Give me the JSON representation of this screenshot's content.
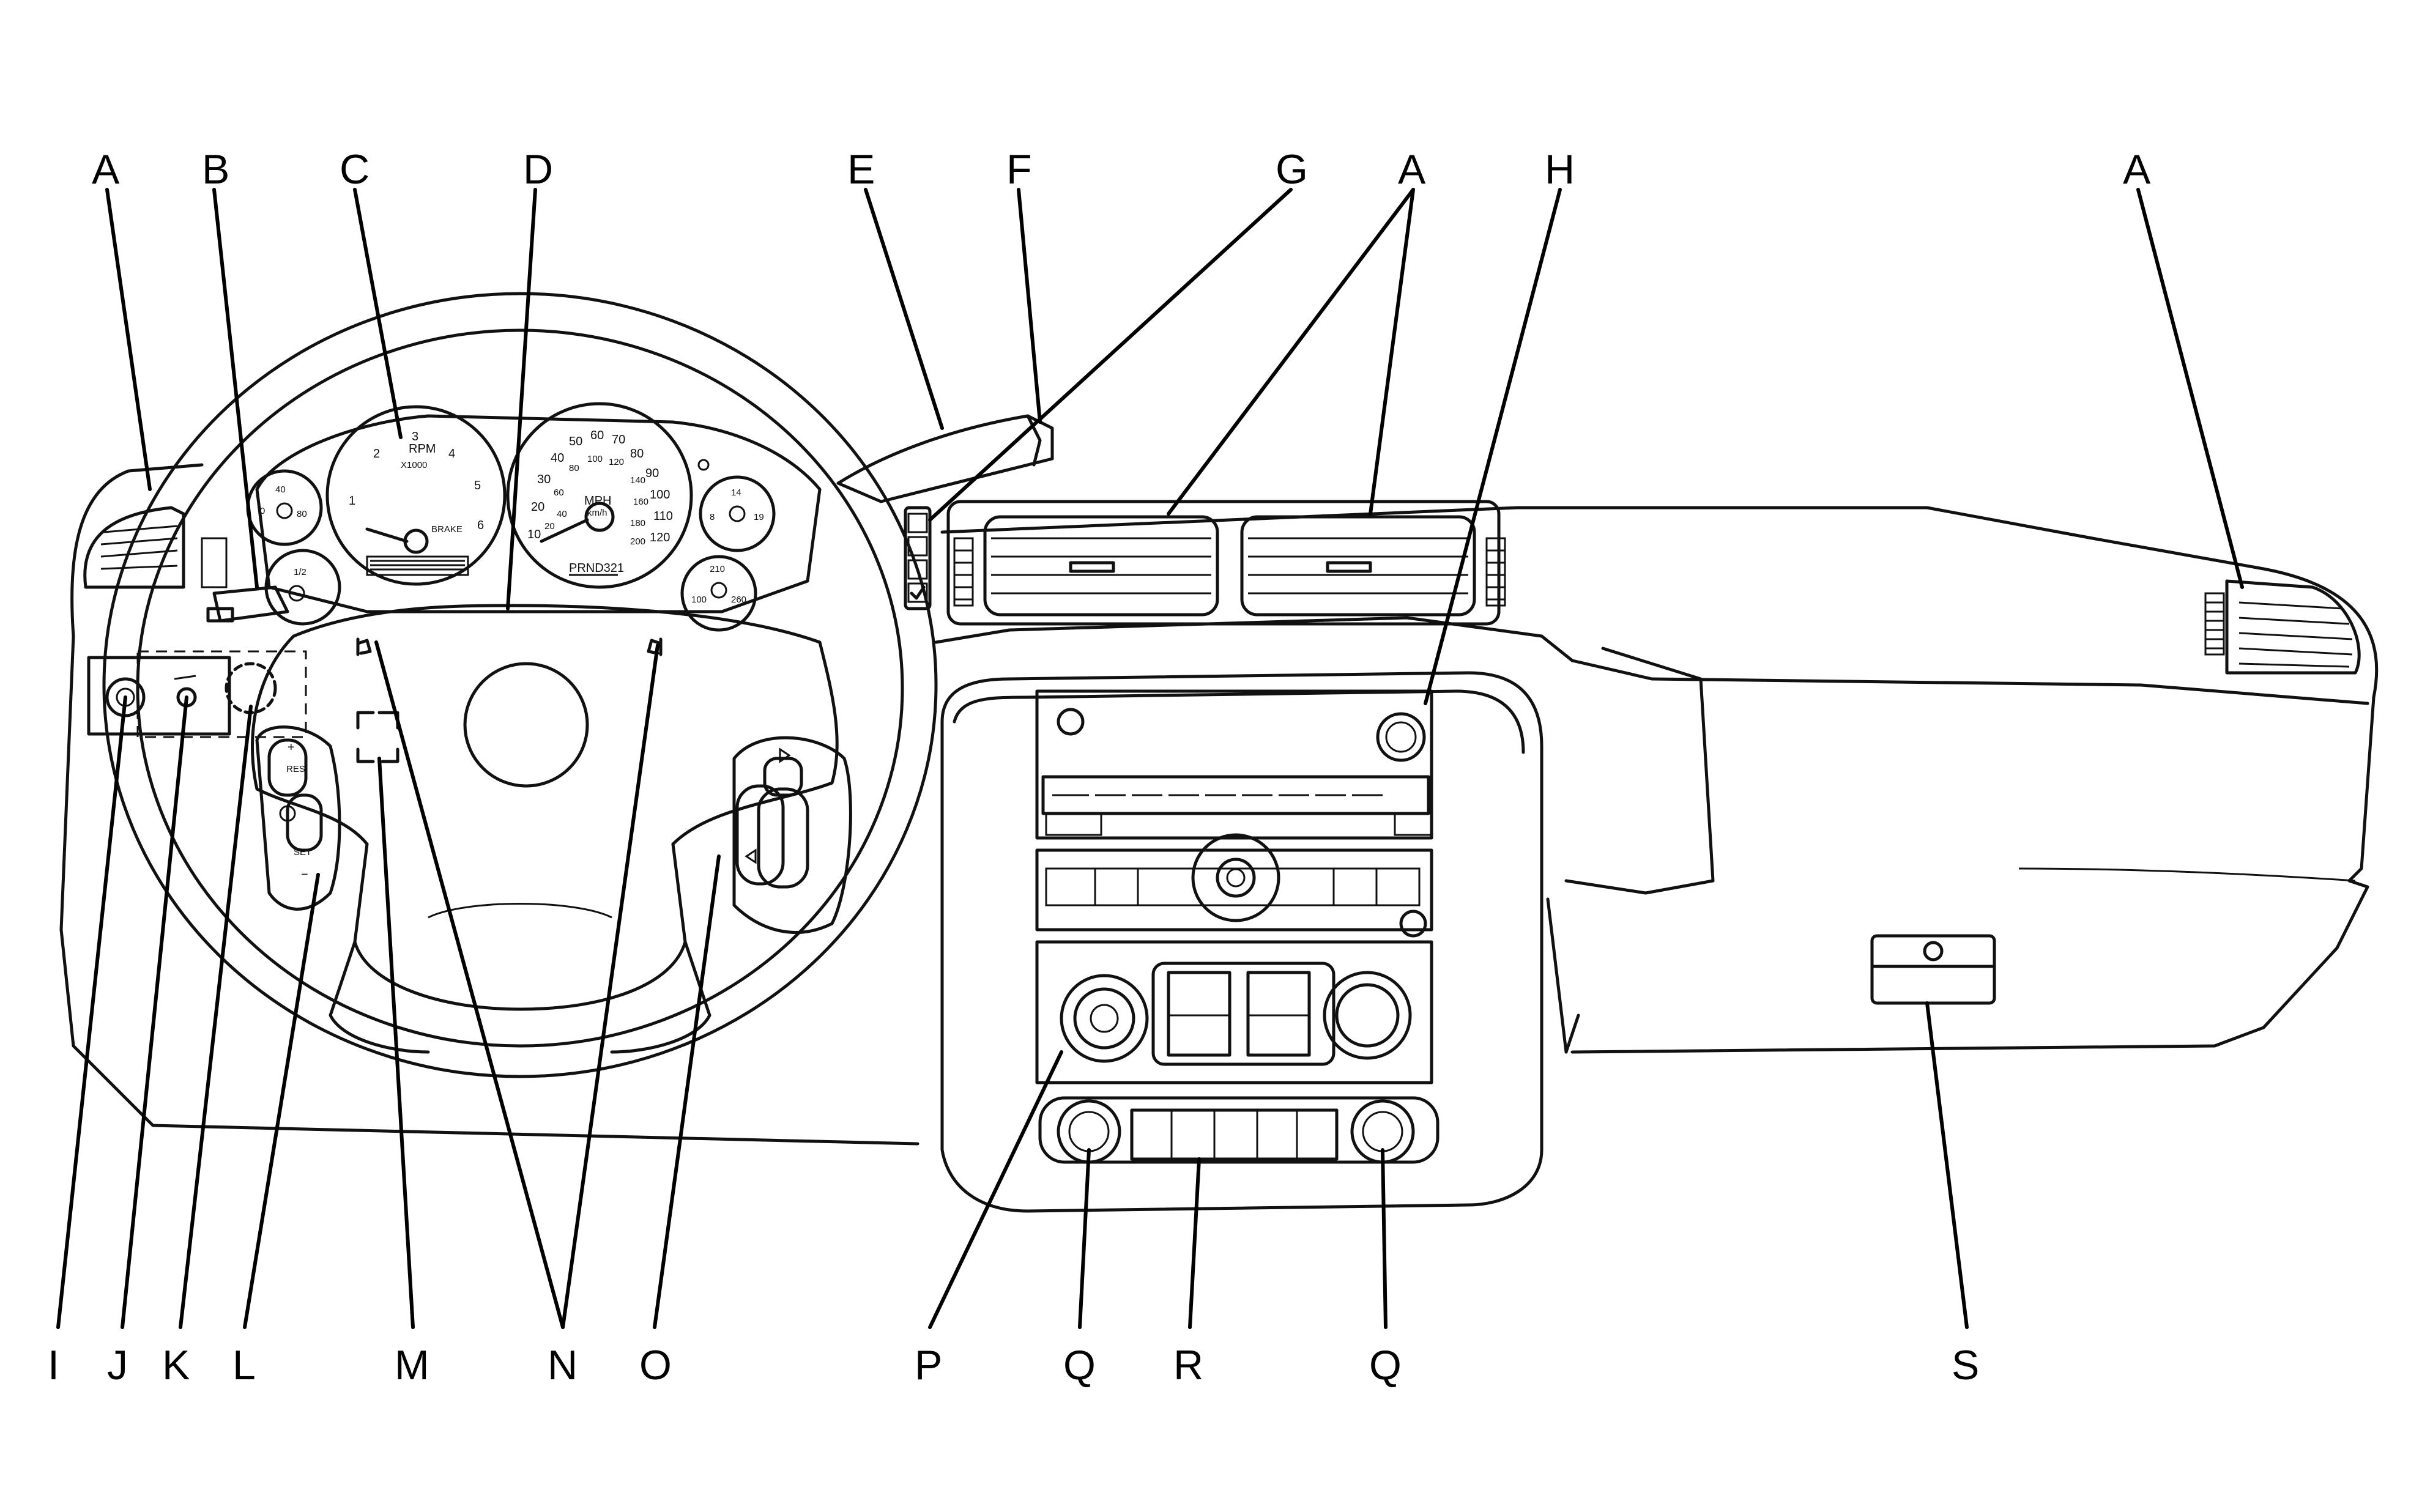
{
  "callouts": {
    "A": "A",
    "B": "B",
    "C": "C",
    "D": "D",
    "E": "E",
    "F": "F",
    "G": "G",
    "H": "H",
    "I": "I",
    "J": "J",
    "K": "K",
    "L": "L",
    "M": "M",
    "N": "N",
    "O": "O",
    "P": "P",
    "Q": "Q",
    "R": "R",
    "S": "S"
  },
  "tachometer": {
    "label": "RPM",
    "multiplier": "X1000",
    "ticks": [
      "1",
      "2",
      "3",
      "4",
      "5",
      "6"
    ],
    "brake": "BRAKE"
  },
  "speedometer": {
    "mph_label": "MPH",
    "kmh_label": "km/h",
    "mph_ticks": [
      "10",
      "20",
      "30",
      "40",
      "50",
      "60",
      "70",
      "80",
      "90",
      "100",
      "110",
      "120"
    ],
    "kmh_ticks": [
      "20",
      "40",
      "60",
      "80",
      "100",
      "120",
      "140",
      "160",
      "180",
      "200"
    ],
    "gear_indicator": "PRND321"
  },
  "small_gauges": {
    "oil_pressure": {
      "low": "0",
      "mid": "40",
      "high": "80"
    },
    "fuel": {
      "mid": "1/2"
    },
    "voltage": {
      "low": "8",
      "mid": "14",
      "high": "19"
    },
    "temperature": {
      "low": "100",
      "mid": "210",
      "high": "260"
    }
  },
  "cruise_buttons": {
    "resume": "RES",
    "set": "SET",
    "plus": "+",
    "minus": "−"
  }
}
